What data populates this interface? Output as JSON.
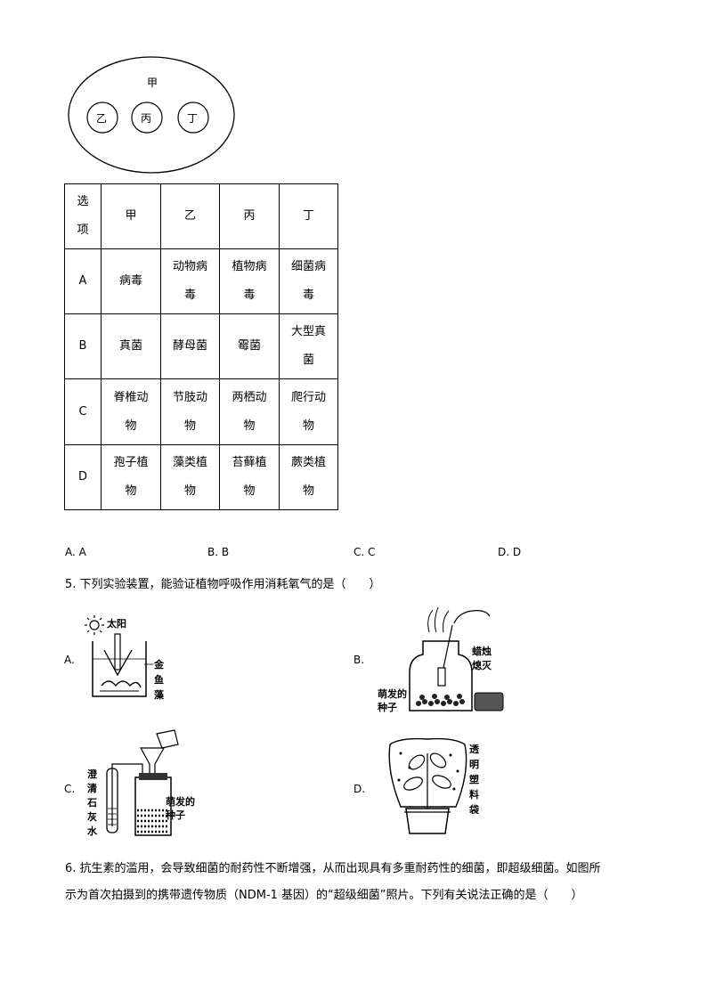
{
  "venn": {
    "outer": "甲",
    "inner": [
      "乙",
      "丙",
      "丁"
    ]
  },
  "table": {
    "header": [
      "选项",
      "甲",
      "乙",
      "丙",
      "丁"
    ],
    "rows": [
      [
        "A",
        "病毒",
        "动物病毒",
        "植物病毒",
        "细菌病毒"
      ],
      [
        "B",
        "真菌",
        "酵母菌",
        "霉菌",
        "大型真菌"
      ],
      [
        "C",
        "脊椎动物",
        "节肢动物",
        "两栖动物",
        "爬行动物"
      ],
      [
        "D",
        "孢子植物",
        "藻类植物",
        "苔藓植物",
        "蕨类植物"
      ]
    ]
  },
  "q4_choices": [
    "A. A",
    "B. B",
    "C. C",
    "D. D"
  ],
  "q5": {
    "stem": "5. 下列实验装置，能验证植物呼吸作用消耗氧气的是（　　）",
    "options": [
      "A.",
      "B.",
      "C.",
      "D."
    ],
    "figA": {
      "sun": "太阳",
      "plant": "金鱼藻"
    },
    "figB": {
      "candle": "蜡烛熄灭",
      "seeds": "萌发的种子"
    },
    "figC": {
      "lime": "澄清石灰水",
      "seeds": "萌发的种子"
    },
    "figD": {
      "bag": "透明塑料袋"
    }
  },
  "q6": {
    "line1": "6. 抗生素的滥用，会导致细菌的耐药性不断增强，从而出现具有多重耐药性的细菌，即超级细菌。如图所",
    "line2": "示为首次拍摄到的携带遗传物质（NDM-1 基因）的“超级细菌”照片。下列有关说法正确的是（　　）"
  }
}
